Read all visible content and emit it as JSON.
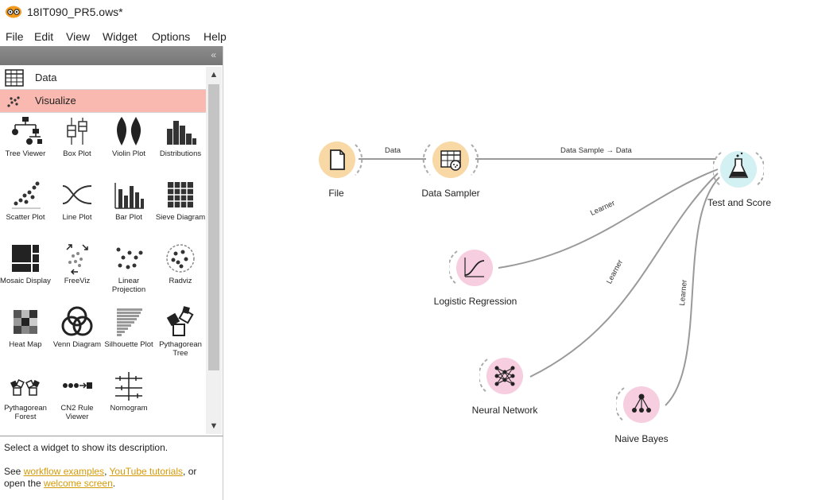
{
  "window": {
    "title": "18IT090_PR5.ows*"
  },
  "menu": [
    "File",
    "Edit",
    "View",
    "Widget",
    "Options",
    "Help"
  ],
  "toolbox": {
    "categories": [
      {
        "label": "Data",
        "icon": "table-icon",
        "selected": false
      },
      {
        "label": "Visualize",
        "icon": "scatter-icon",
        "selected": true
      }
    ],
    "widgets": [
      {
        "label": "Tree Viewer",
        "icon": "tree-viewer-icon"
      },
      {
        "label": "Box Plot",
        "icon": "box-plot-icon"
      },
      {
        "label": "Violin Plot",
        "icon": "violin-plot-icon"
      },
      {
        "label": "Distributions",
        "icon": "distributions-icon"
      },
      {
        "label": "Scatter Plot",
        "icon": "scatter-plot-icon"
      },
      {
        "label": "Line Plot",
        "icon": "line-plot-icon"
      },
      {
        "label": "Bar Plot",
        "icon": "bar-plot-icon"
      },
      {
        "label": "Sieve Diagram",
        "icon": "sieve-diagram-icon"
      },
      {
        "label": "Mosaic Display",
        "icon": "mosaic-display-icon"
      },
      {
        "label": "FreeViz",
        "icon": "freeviz-icon"
      },
      {
        "label": "Linear Projection",
        "icon": "linear-projection-icon"
      },
      {
        "label": "Radviz",
        "icon": "radviz-icon"
      },
      {
        "label": "Heat Map",
        "icon": "heat-map-icon"
      },
      {
        "label": "Venn Diagram",
        "icon": "venn-diagram-icon"
      },
      {
        "label": "Silhouette Plot",
        "icon": "silhouette-plot-icon"
      },
      {
        "label": "Pythagorean Tree",
        "icon": "pythagorean-tree-icon"
      },
      {
        "label": "Pythagorean Forest",
        "icon": "pythagorean-forest-icon"
      },
      {
        "label": "CN2 Rule Viewer",
        "icon": "cn2-rule-viewer-icon"
      },
      {
        "label": "Nomogram",
        "icon": "nomogram-icon"
      }
    ]
  },
  "description": {
    "line1": "Select a widget to show its description.",
    "see": "See ",
    "link1": "workflow examples",
    "comma": ", ",
    "link2": "YouTube tutorials",
    "or": ", or",
    "open": "open the ",
    "link3": "welcome screen",
    "period": "."
  },
  "canvas": {
    "nodes": {
      "file": {
        "label": "File",
        "color": "#f8d9a6",
        "icon": "file-icon"
      },
      "data_sampler": {
        "label": "Data Sampler",
        "color": "#f8d9a6",
        "icon": "data-sampler-icon"
      },
      "test_and_score": {
        "label": "Test and Score",
        "color": "#d3f0f3",
        "icon": "flask-icon"
      },
      "logistic_regression": {
        "label": "Logistic Regression",
        "color": "#f7cde0",
        "icon": "sigmoid-icon"
      },
      "neural_network": {
        "label": "Neural Network",
        "color": "#f7cde0",
        "icon": "network-icon"
      },
      "naive_bayes": {
        "label": "Naive Bayes",
        "color": "#f7cde0",
        "icon": "bayes-icon"
      }
    },
    "edges": {
      "file_to_sampler": "Data",
      "sampler_to_test": "Data Sample → Data",
      "lr_to_test": "Learner",
      "nn_to_test": "Learner",
      "nb_to_test": "Learner"
    }
  },
  "colors": {
    "visualize_category": "#f9b8b0",
    "link": "#d49a08",
    "edge": "#9a9a9a"
  }
}
